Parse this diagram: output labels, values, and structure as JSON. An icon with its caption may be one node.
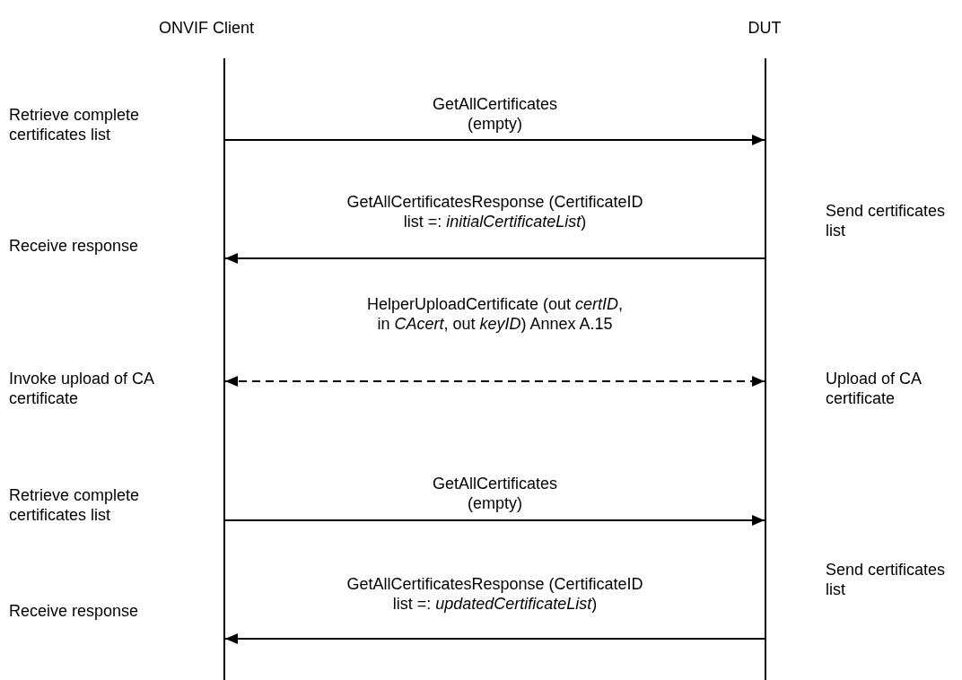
{
  "diagram": {
    "nodes": [
      {
        "text": [
          "ONVIF Client"
        ]
      },
      {
        "text": [
          "DUT"
        ]
      }
    ],
    "edges": [
      {
        "from": 0,
        "to": 1,
        "arrow": "to",
        "label": "GetAllCertificates (empty)"
      },
      {
        "from": 1,
        "to": 0,
        "arrow": "to",
        "label": "GetAllCertificatesResponse (CertificateID list =: *initialCertificateList*)"
      },
      {
        "from": 0,
        "to": 1,
        "arrow": "both",
        "style": "dashed",
        "label": "HelperUploadCertificate (out *certID*, in *CAcert*, out *keyID*) Annex A.15"
      },
      {
        "from": 0,
        "to": 1,
        "arrow": "to",
        "label": "GetAllCertificates (empty)"
      },
      {
        "from": 1,
        "to": 0,
        "arrow": "to",
        "label": "GetAllCertificatesResponse (CertificateID list =: *updatedCertificateList*)"
      }
    ],
    "labels": [
      "Retrieve complete certificates list",
      "Send certificates list",
      "Receive response",
      "Invoke upload of CA certificate",
      "Upload of CA certificate",
      "Retrieve complete certificates list",
      "Send certificates list",
      "Receive response"
    ]
  }
}
